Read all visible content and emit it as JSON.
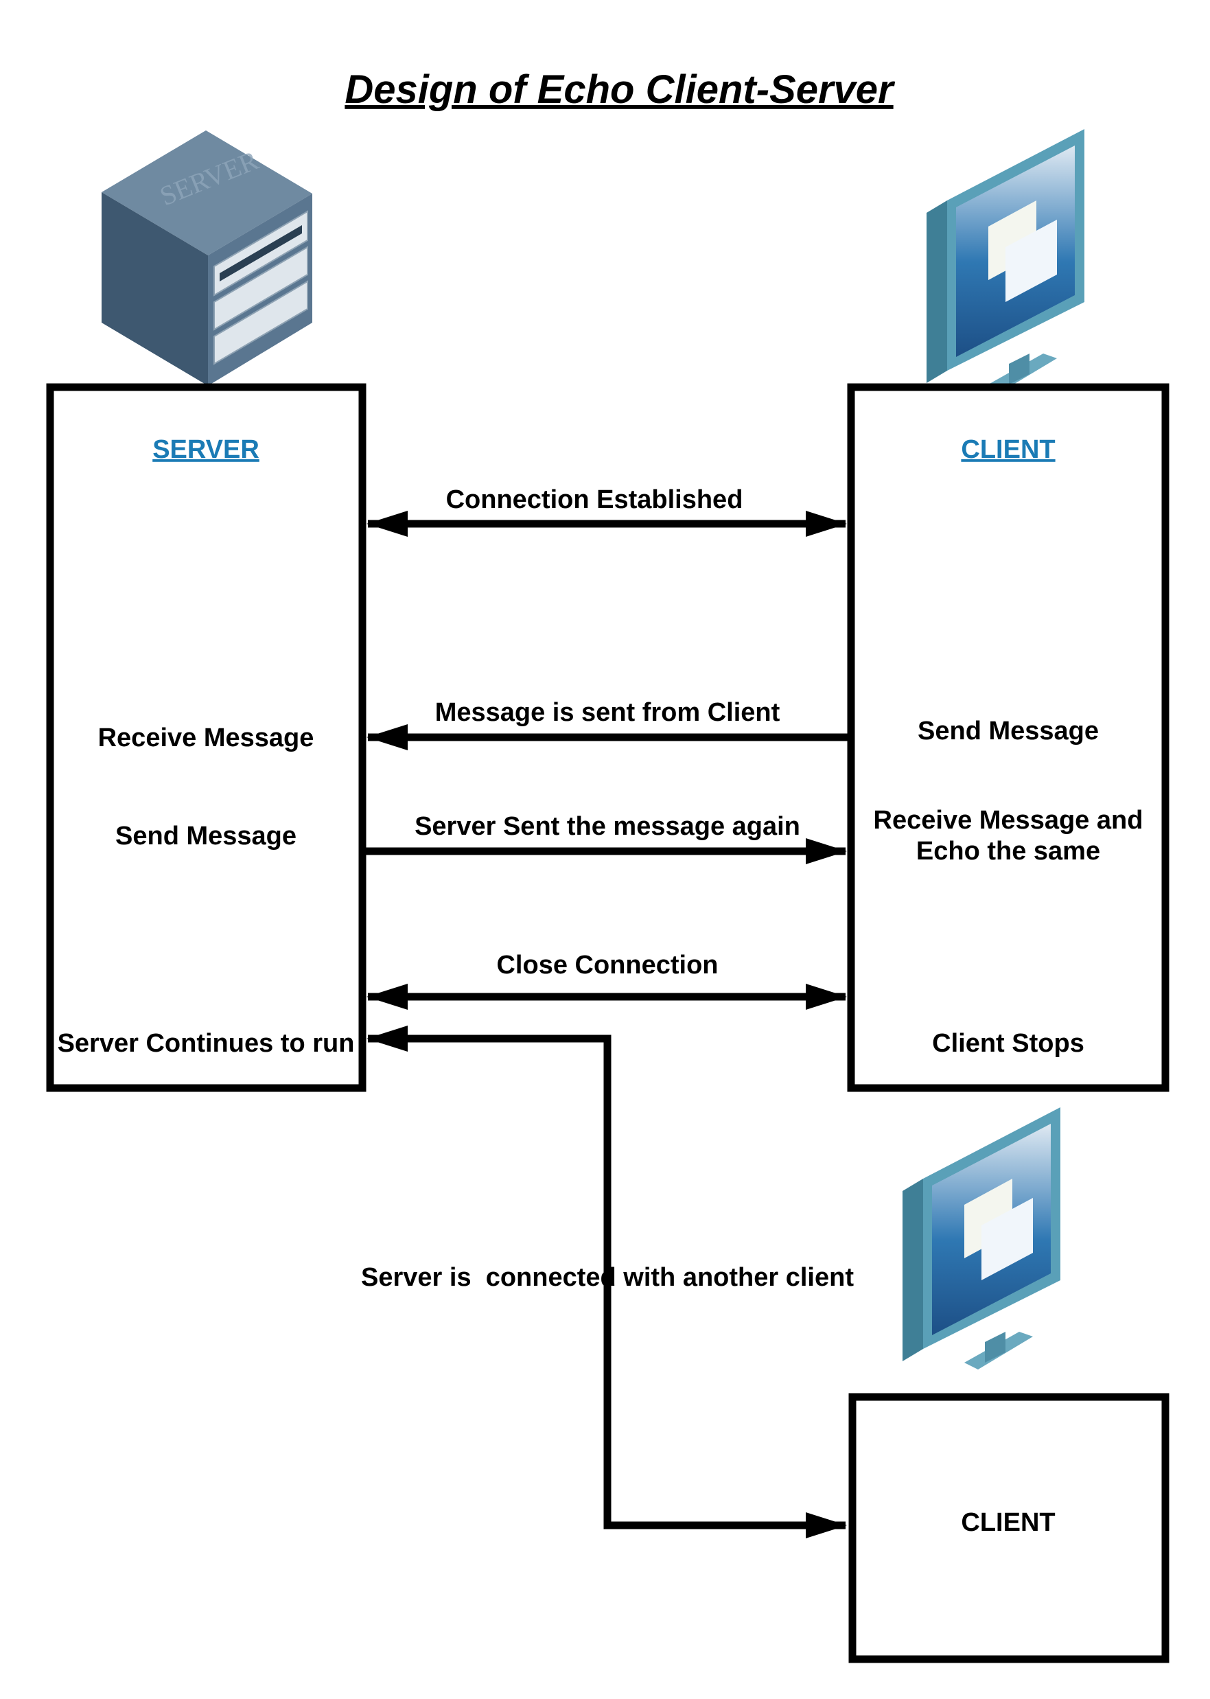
{
  "title": "Design of Echo Client-Server",
  "server_box": {
    "heading": "SERVER",
    "receive_message": "Receive Message",
    "send_message": "Send Message",
    "continues": "Server Continues to run"
  },
  "client_box": {
    "heading": "CLIENT",
    "send_message": "Send Message",
    "receive_echo_line1": "Receive Message and",
    "receive_echo_line2": "Echo the same",
    "stops": "Client Stops"
  },
  "client2_box": {
    "label": "CLIENT"
  },
  "server_icon_text": "SERVER",
  "arrows": {
    "connection": "Connection Established",
    "message_sent": "Message is sent from Client",
    "server_sent": "Server Sent the message again",
    "close": "Close Connection",
    "another_client": "Server is  connected with another client"
  },
  "colors": {
    "heading": "#1b7bb5",
    "server_body": "#4f6b82",
    "monitor_frame": "#4e8fa6",
    "screen": "#2a6ea7"
  },
  "icons": [
    "server-icon",
    "monitor-icon",
    "monitor-icon-2"
  ]
}
